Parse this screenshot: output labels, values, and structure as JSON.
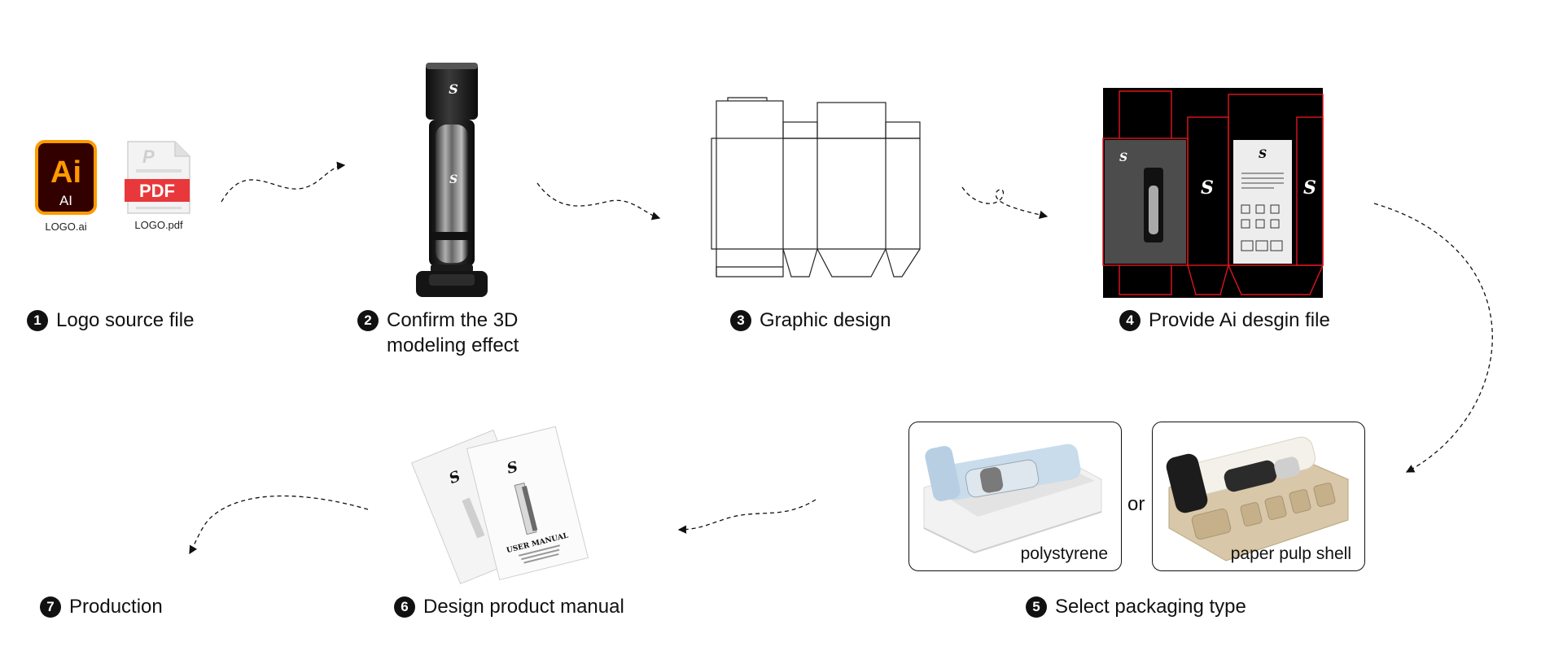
{
  "files": {
    "ai": {
      "icon_text_big": "Ai",
      "icon_text_small": "AI",
      "name": "LOGO.ai"
    },
    "pdf": {
      "icon_text": "PDF",
      "name": "LOGO.pdf"
    }
  },
  "steps": [
    {
      "num": "1",
      "label": "Logo source file"
    },
    {
      "num": "2",
      "label_line1": "Confirm the 3D",
      "label_line2": "modeling effect"
    },
    {
      "num": "3",
      "label": "Graphic design"
    },
    {
      "num": "4",
      "label": "Provide Ai desgin file"
    },
    {
      "num": "5",
      "label": "Select packaging type"
    },
    {
      "num": "6",
      "label": "Design product manual"
    },
    {
      "num": "7",
      "label": "Production"
    }
  ],
  "packaging": {
    "option_a": "polystyrene",
    "option_b": "paper pulp shell",
    "separator": "or"
  },
  "manual": {
    "title": "USER MANUAL"
  },
  "colors": {
    "ai_bg": "#330000",
    "ai_accent": "#ff9a00",
    "pdf_red": "#e8383b",
    "flow_red": "#e0141e"
  }
}
